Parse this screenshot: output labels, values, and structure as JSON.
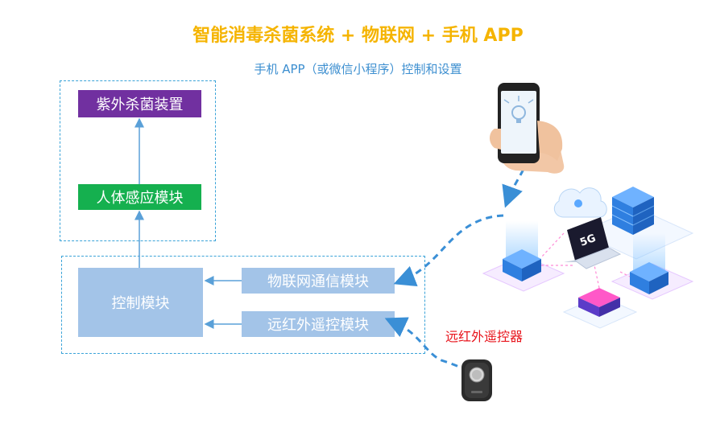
{
  "title": "智能消毒杀菌系统 + 物联网 + 手机 APP",
  "subtitle": "手机 APP（或微信小程序）控制和设置",
  "nodes": {
    "uv_device": "紫外杀菌装置",
    "body_sensor": "人体感应模块",
    "control": "控制模块",
    "iot_comm": "物联网通信模块",
    "ir_remote_module": "远红外遥控模块"
  },
  "remote_label": "远红外遥控器",
  "icons": {
    "phone": "smartphone-in-hand-icon",
    "cloud": "iot-cloud-servers-icon",
    "remote": "ir-remote-control-icon"
  },
  "colors": {
    "title": "#f5b400",
    "subtitle": "#3d8fd0",
    "uv_box": "#7130a0",
    "sensor_box": "#15b04f",
    "module_box": "#a3c4e8",
    "frame": "#3aa3d8",
    "remote_label": "#e8141c"
  }
}
